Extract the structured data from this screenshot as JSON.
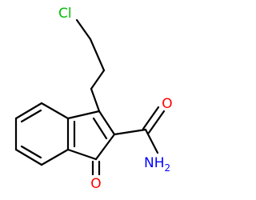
{
  "molecule": {
    "atoms": {
      "chlorine": {
        "label": "Cl",
        "color": "#00c000"
      },
      "ketone_oxygen": {
        "label": "O",
        "color": "#ff0000"
      },
      "amide_oxygen": {
        "label": "O",
        "color": "#ff0000"
      },
      "amide_nitrogen": {
        "label": "NH",
        "subscript": "2",
        "color": "#0000ff"
      }
    },
    "bond_color": "#000000"
  }
}
